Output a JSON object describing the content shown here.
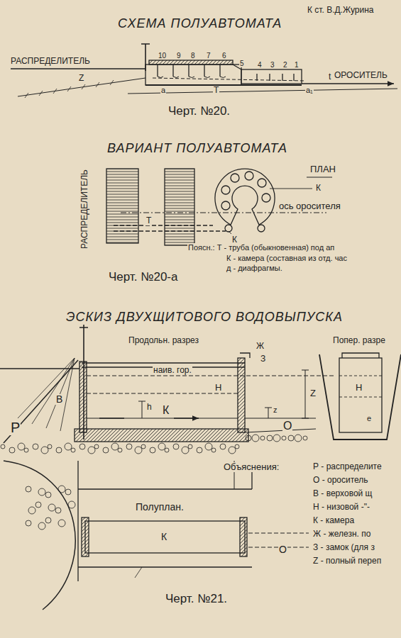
{
  "diagram": {
    "title": "СХЕМА ПОЛУАВТОМАТА",
    "labels": [
      "К ст. В.Д.Журина",
      "РАСПРЕДЕЛИТЕЛЬ",
      "10",
      "9",
      "8",
      "7",
      "6",
      "5",
      "4",
      "3",
      "2",
      "1",
      "ОРОСИТЕЛЬ",
      "Z",
      "a",
      "T",
      "a₁",
      "t",
      "Черт. №20.",
      "ВАРИАНТ ПОЛУАВТОМАТА",
      "ПЛАН",
      "РАСПРЕДЕЛИТЕЛЬ",
      "К",
      "T",
      "К",
      "ось оросителя",
      "Поясн.: Т - труба (обыкновенная) под ап",
      "К - камера (составная из отд. час",
      "д - диафрагмы.",
      "Черт. №20-а",
      "ЭСКИЗ ДВУХЩИТОВОГО ВОДОВЫПУСКА",
      "Продольн. разрез",
      "Попер. разре",
      "Ж",
      "З",
      "Z",
      "наив. гор.",
      "Н",
      "z",
      "h",
      "К",
      "В",
      "Р",
      "О",
      "Н",
      "е",
      "Объяснения:",
      "Р - распределите",
      "О - ороситель",
      "В - верховой щ",
      "Н - низовой -\"-",
      "К - камера",
      "Ж - железн. по",
      "З - замок (для з",
      "Z - полный переп",
      "Полуплан.",
      "К",
      "О",
      "Черт. №21."
    ]
  }
}
